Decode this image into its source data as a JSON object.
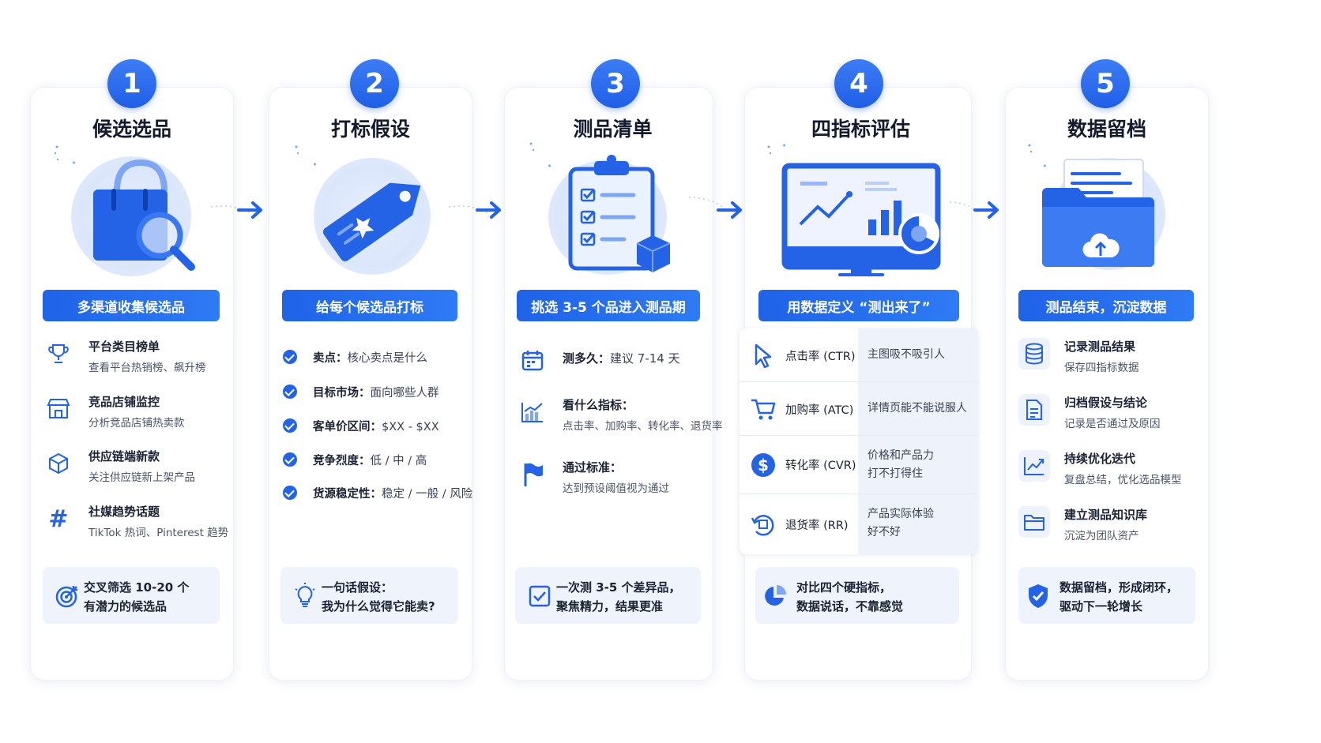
{
  "colors": {
    "primary": "#2463e6",
    "accent_light": "#eef3fc",
    "text": "#1a2233"
  },
  "steps": [
    {
      "number": "1",
      "title": "候选选品",
      "banner": "多渠道收集候选品",
      "items": [
        {
          "icon": "trophy-icon",
          "title": "平台类目榜单",
          "sub": "查看平台热销榜、飙升榜"
        },
        {
          "icon": "store-icon",
          "title": "竞品店铺监控",
          "sub": "分析竞品店铺热卖款"
        },
        {
          "icon": "box-icon",
          "title": "供应链端新款",
          "sub": "关注供应链新上架产品"
        },
        {
          "icon": "hashtag-icon",
          "title": "社媒趋势话题",
          "sub": "TikTok 热词、Pinterest 趋势"
        }
      ],
      "footer": {
        "icon": "target-icon",
        "line1": "交叉筛选 10-20 个",
        "line2": "有潜力的候选品"
      }
    },
    {
      "number": "2",
      "title": "打标假设",
      "banner": "给每个候选品打标",
      "checks": [
        {
          "key": "卖点：",
          "value": "核心卖点是什么"
        },
        {
          "key": "目标市场：",
          "value": "面向哪些人群"
        },
        {
          "key": "客单价区间：",
          "value": "$XX - $XX"
        },
        {
          "key": "竞争烈度：",
          "value": "低 / 中 / 高"
        },
        {
          "key": "货源稳定性：",
          "value": "稳定 / 一般 / 风险"
        }
      ],
      "footer": {
        "icon": "lightbulb-icon",
        "line1": "一句话假设：",
        "line2": "我为什么觉得它能卖?"
      }
    },
    {
      "number": "3",
      "title": "测品清单",
      "banner": "挑选 3-5 个品进入测品期",
      "items": [
        {
          "icon": "calendar-icon",
          "title": "测多久：",
          "title_value": "建议 7-14 天",
          "sub": ""
        },
        {
          "icon": "chart-icon",
          "title": "看什么指标：",
          "sub": "点击率、加购率、转化率、退货率"
        },
        {
          "icon": "flag-icon",
          "title": "通过标准：",
          "sub": "达到预设阈值视为通过"
        }
      ],
      "footer": {
        "icon": "checkbox-icon",
        "line1": "一次测 3-5 个差异品，",
        "line2": "聚焦精力，结果更准"
      }
    },
    {
      "number": "4",
      "title": "四指标评估",
      "banner": "用数据定义 “测出来了”",
      "metrics": [
        {
          "icon": "cursor-icon",
          "name": "点击率 (CTR)",
          "desc": [
            "主图吸不吸引人"
          ]
        },
        {
          "icon": "cart-icon",
          "name": "加购率 (ATC)",
          "desc": [
            "详情页能不能说服人"
          ]
        },
        {
          "icon": "dollar-icon",
          "name": "转化率 (CVR)",
          "desc": [
            "价格和产品力",
            "打不打得住"
          ]
        },
        {
          "icon": "return-icon",
          "name": "退货率 (RR)",
          "desc": [
            "产品实际体验",
            "好不好"
          ]
        }
      ],
      "footer": {
        "icon": "pie-icon",
        "line1": "对比四个硬指标，",
        "line2": "数据说话，不靠感觉"
      }
    },
    {
      "number": "5",
      "title": "数据留档",
      "banner": "测品结束，沉淀数据",
      "items": [
        {
          "icon": "database-icon",
          "title": "记录测品结果",
          "sub": "保存四指标数据"
        },
        {
          "icon": "document-icon",
          "title": "归档假设与结论",
          "sub": "记录是否通过及原因"
        },
        {
          "icon": "trend-icon",
          "title": "持续优化迭代",
          "sub": "复盘总结，优化选品模型"
        },
        {
          "icon": "folder-icon",
          "title": "建立测品知识库",
          "sub": "沉淀为团队资产"
        }
      ],
      "footer": {
        "icon": "shield-check-icon",
        "line1": "数据留档，形成闭环，",
        "line2": "驱动下一轮增长"
      }
    }
  ]
}
